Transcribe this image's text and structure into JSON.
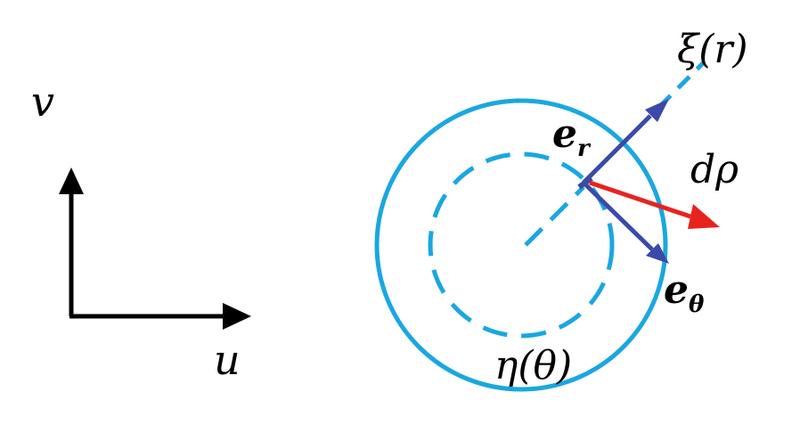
{
  "labels": {
    "v": "v",
    "u": "u",
    "xi": "ξ(r)",
    "e_r_base": "e",
    "e_r_sub": "r",
    "d_rho": "dρ",
    "e_theta_base": "e",
    "e_theta_sub": "θ",
    "eta": "η(θ)"
  },
  "colors": {
    "circle": "#1aa7e0",
    "basis_vector": "#3b4aa8",
    "displacement": "#e8231f",
    "axis": "#000000"
  }
}
